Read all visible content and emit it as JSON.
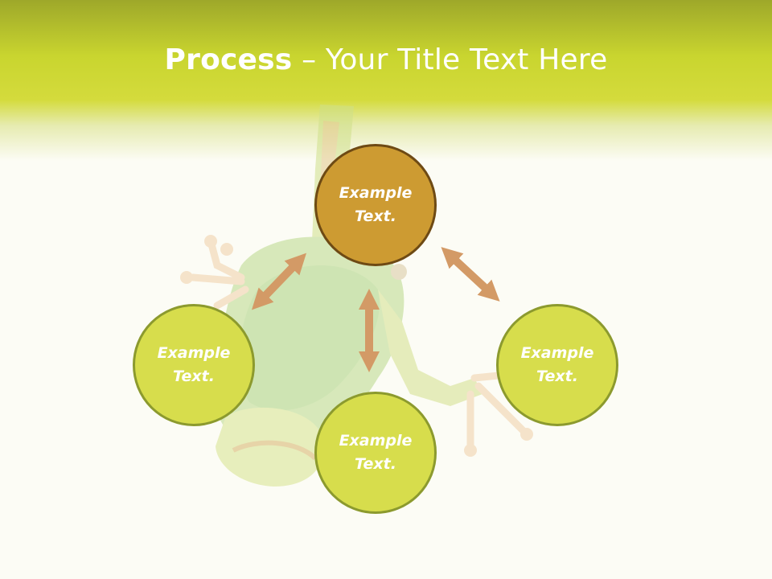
{
  "title": {
    "bold": "Process",
    "rest": " – Your Title Text Here"
  },
  "nodes": {
    "top": "Example\nText.",
    "left": "Example\nText.",
    "bottom": "Example\nText.",
    "right": "Example\nText."
  },
  "colors": {
    "accent_green": "#d7dd4c",
    "accent_orange": "#cd9b32",
    "arrow": "#d39a66"
  }
}
